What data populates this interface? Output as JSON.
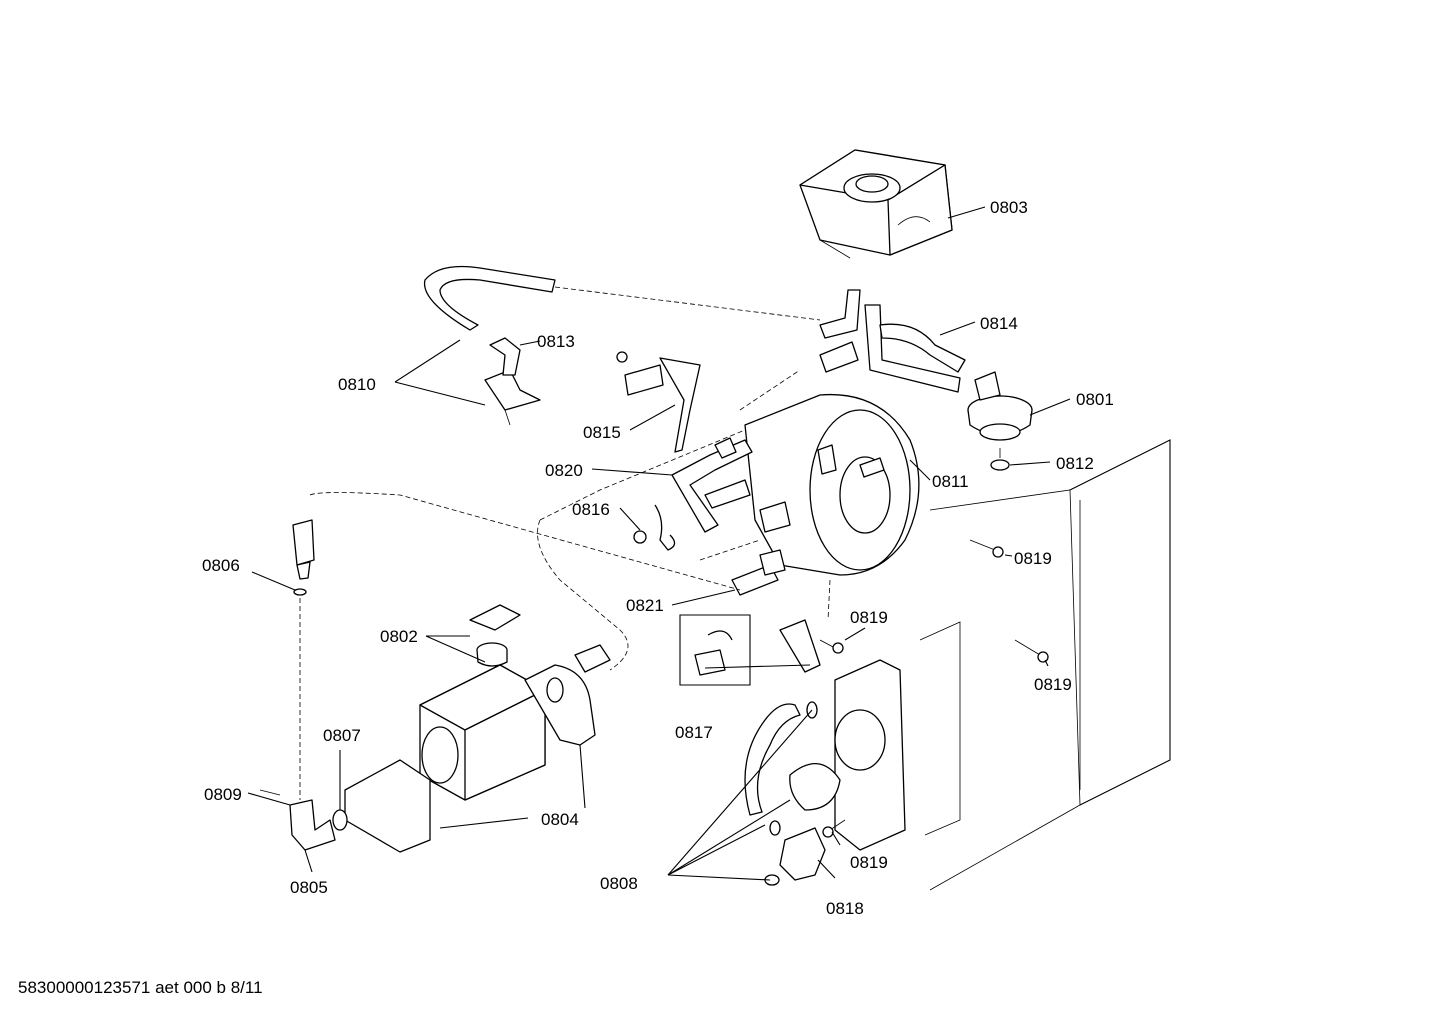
{
  "diagram": {
    "labels": {
      "p0801": "0801",
      "p0802": "0802",
      "p0803": "0803",
      "p0804": "0804",
      "p0805": "0805",
      "p0806": "0806",
      "p0807": "0807",
      "p0808": "0808",
      "p0809": "0809",
      "p0810": "0810",
      "p0811": "0811",
      "p0812": "0812",
      "p0813": "0813",
      "p0814": "0814",
      "p0815": "0815",
      "p0816": "0816",
      "p0817": "0817",
      "p0818": "0818",
      "p0819a": "0819",
      "p0819b": "0819",
      "p0819c": "0819",
      "p0819d": "0819",
      "p0820": "0820",
      "p0821": "0821"
    },
    "footer": "58300000123571 aet 000 b 8/11"
  }
}
